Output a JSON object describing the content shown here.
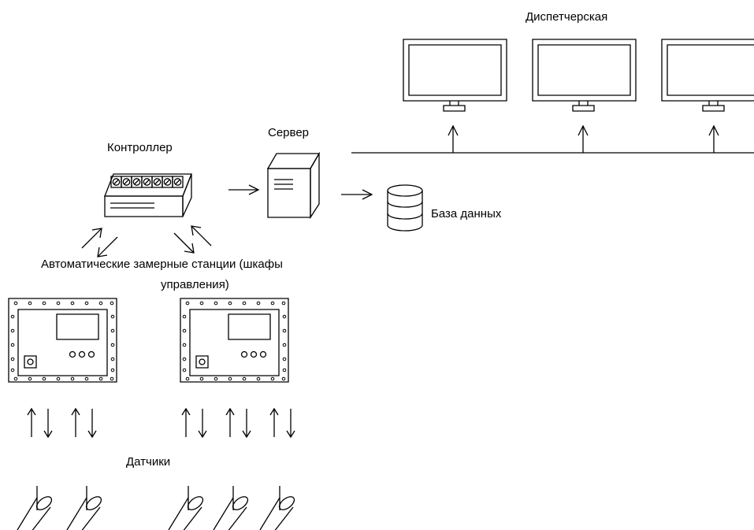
{
  "labels": {
    "dispatch": "Диспетчерская",
    "server": "Сервер",
    "controller": "Контроллер",
    "database": "База данных",
    "stations_line1": "Автоматические замерные станции (шкафы",
    "stations_line2": "управления)",
    "sensors": "Датчики"
  },
  "icons": {
    "monitor": "monitor-icon",
    "server": "server-tower-icon",
    "controller": "terminal-block-controller-icon",
    "database": "database-cylinder-icon",
    "cabinet": "control-cabinet-icon",
    "sensor": "pipe-sensor-icon"
  },
  "colors": {
    "stroke": "#000000",
    "background": "#ffffff"
  }
}
